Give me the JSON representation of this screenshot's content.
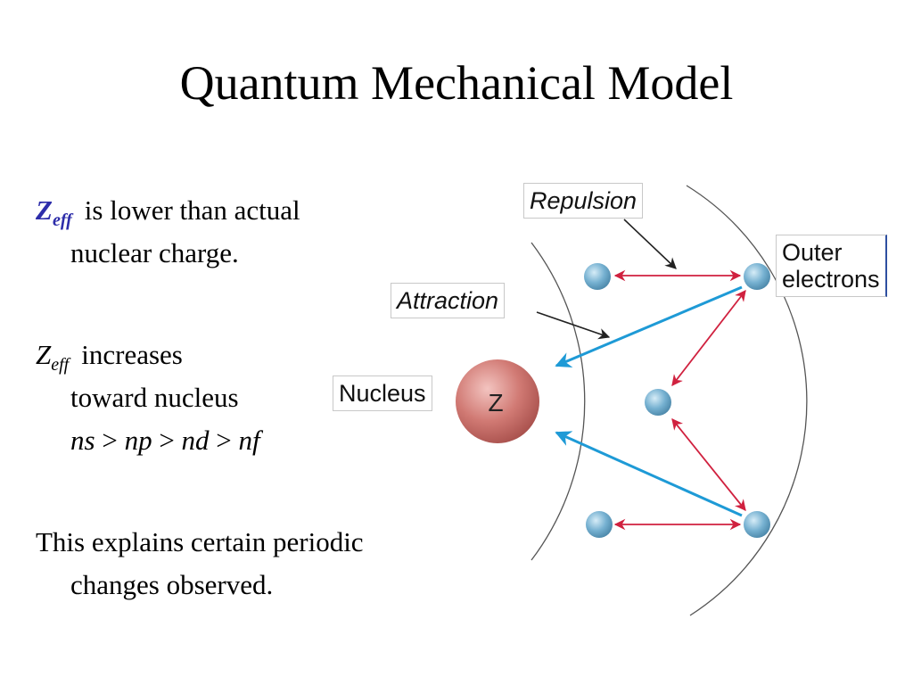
{
  "title": "Quantum Mechanical Model",
  "bullets": {
    "b1": {
      "symbol": "Z",
      "subscript": "eff",
      "text_line1": "is lower than actual",
      "text_line2": "nuclear charge."
    },
    "b2": {
      "symbol": "Z",
      "subscript": "eff",
      "text_line1": "increases",
      "text_line2": "toward nucleus",
      "order": [
        "ns",
        ">",
        "np",
        ">",
        "nd",
        ">",
        "nf"
      ]
    },
    "b3": {
      "text_line1": "This explains certain periodic",
      "text_line2": "changes observed."
    }
  },
  "diagram": {
    "labels": {
      "repulsion": "Repulsion",
      "attraction": "Attraction",
      "nucleus": "Nucleus",
      "outer_electrons_line1": "Outer",
      "outer_electrons_line2": "electrons"
    },
    "nucleus_symbol": "Z",
    "colors": {
      "nucleus": "#c96b6b",
      "electron": "#6fa8c8",
      "repulsion_arrow": "#d0213f",
      "attraction_arrow": "#1e9ad6",
      "label_arrow": "#222222",
      "shell": "#555555",
      "accent_text": "#2d2daa"
    }
  }
}
